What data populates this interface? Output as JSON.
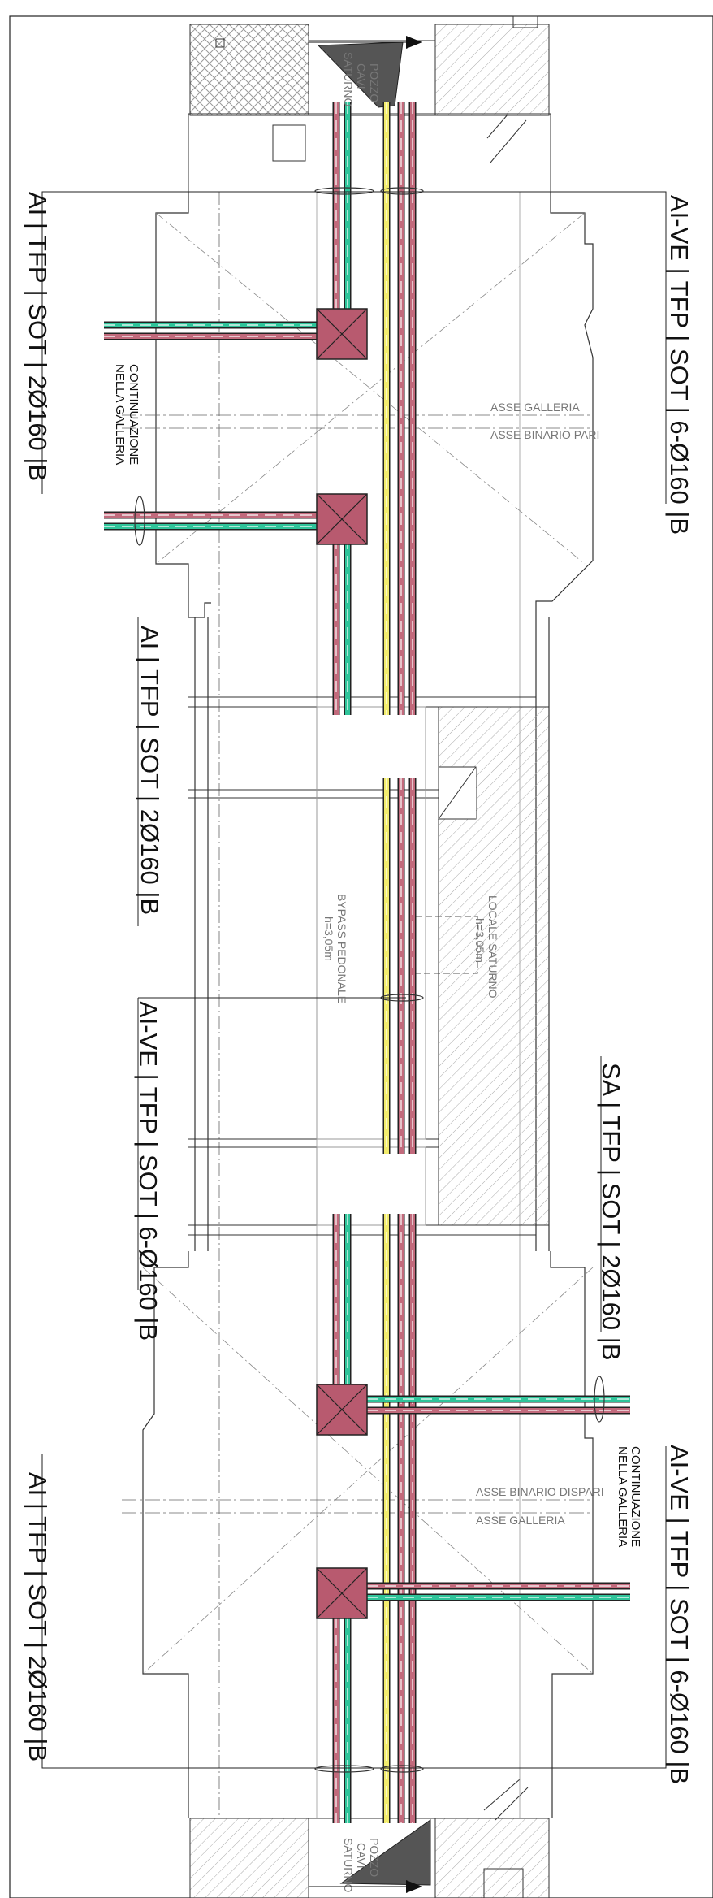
{
  "drawing": {
    "cable_labels": [
      "AI | TFP | SOT | 2Ø160 |B",
      "AI-VE | TFP | SOT | 6-Ø160 |B",
      "AI | TFP | SOT | 2Ø160 |B",
      "AI-VE | TFP | SOT | 6-Ø160 |B",
      "SA | TFP | SOT | 2Ø160 |B",
      "AI | TFP | SOT | 2Ø160 |B",
      "AI-VE | TFP | SOT | 6-Ø160 |B"
    ],
    "continuation_left": [
      "CONTINUAZIONE",
      "NELLA GALLERIA"
    ],
    "continuation_right": [
      "CONTINUAZIONE",
      "NELLA GALLERIA"
    ],
    "well_top": [
      "POZZO",
      "CAVI",
      "SATURNO"
    ],
    "well_bottom": [
      "POZZO",
      "CAVI",
      "SATURNO"
    ],
    "axis_top": [
      "ASSE GALLERIA",
      "ASSE BINARIO PARI"
    ],
    "axis_bottom": [
      "ASSE BINARIO DISPARI",
      "ASSE GALLERIA"
    ],
    "bypass": [
      "BYPASS PEDONALE",
      "h=3,05m"
    ],
    "locale": [
      "LOCALE SATURNO",
      "h=3,05m"
    ]
  },
  "colors": {
    "pink": "#c26a7c",
    "green": "#2fc49a",
    "yellow": "#f2ec6e",
    "manhole": "#b85a6f",
    "hatch": "#9a9a9a",
    "line": "#222222"
  }
}
